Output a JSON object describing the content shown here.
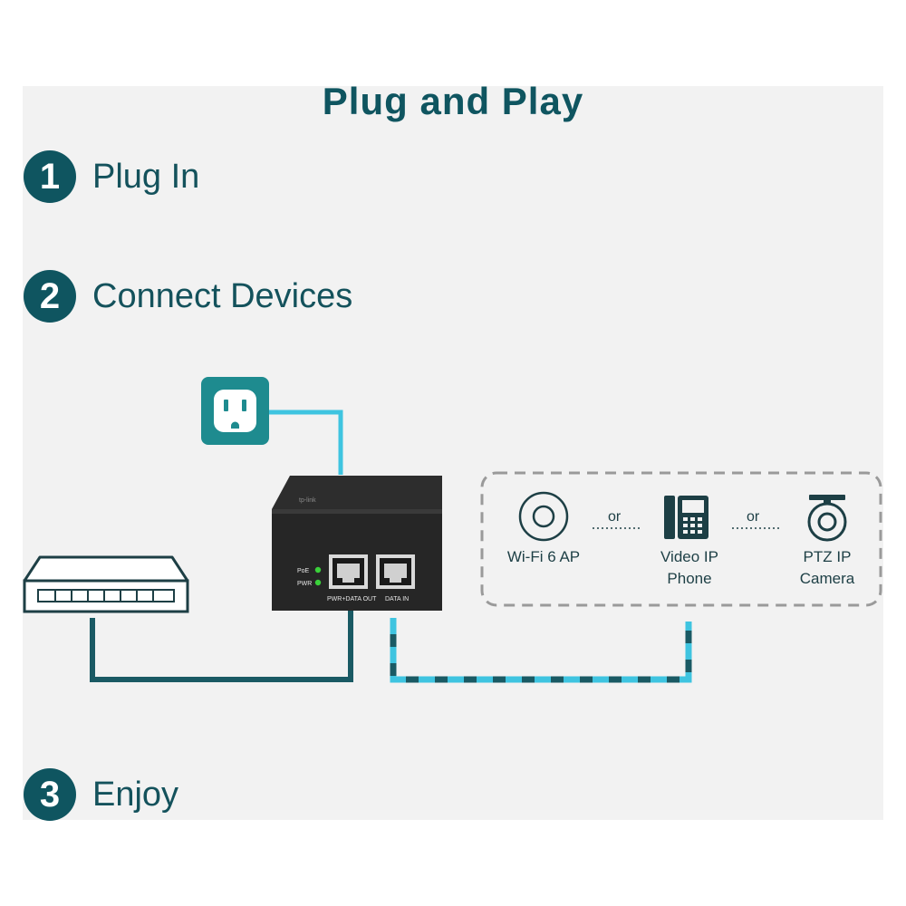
{
  "title": "Plug and Play",
  "steps": [
    {
      "number": "1",
      "label": "Plug In"
    },
    {
      "number": "2",
      "label": "Connect Devices"
    },
    {
      "number": "3",
      "label": "Enjoy"
    }
  ],
  "injector": {
    "leds": [
      "PoE",
      "PWR"
    ],
    "ports": [
      "PWR+DATA OUT",
      "DATA IN"
    ]
  },
  "devices": {
    "ap": {
      "line1": "Wi-Fi 6 AP"
    },
    "phone": {
      "line1": "Video IP",
      "line2": "Phone"
    },
    "camera": {
      "line1": "PTZ IP",
      "line2": "Camera"
    },
    "separator": "or"
  },
  "icons": [
    "power-outlet-icon",
    "network-switch-icon",
    "poe-injector-icon",
    "wifi-ap-icon",
    "ip-phone-icon",
    "ptz-camera-icon"
  ],
  "colors": {
    "accent_dark": "#0f5560",
    "teal_outlet": "#1e8b8f",
    "cable_light": "#3fc4e0",
    "cable_dark": "#1a5a64",
    "panel_bg": "#f2f2f2",
    "led_green": "#3ad13a"
  }
}
